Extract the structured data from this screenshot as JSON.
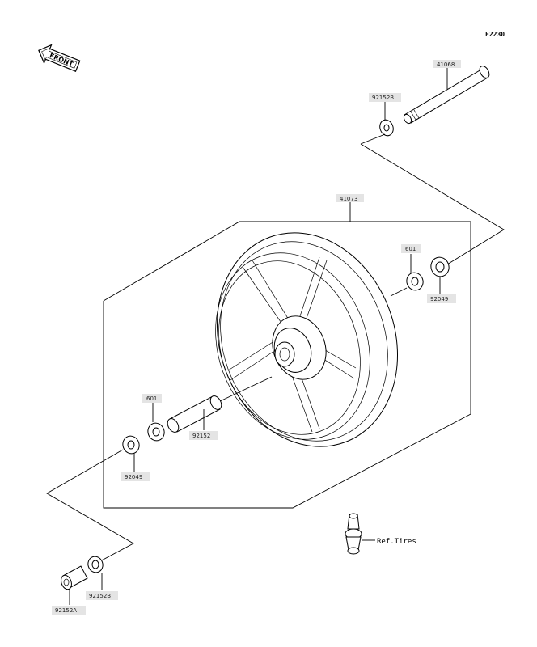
{
  "diagram": {
    "code": "F2230",
    "front_label": "FRONT",
    "ref_label": "Ref.Tires",
    "parts": {
      "axle": "41068",
      "collar_b_top": "92152B",
      "wheel": "41073",
      "bearing_right": "601",
      "seal_right": "92049",
      "bearing_left": "601",
      "spacer": "92152",
      "seal_left": "92049",
      "collar_a": "92152A",
      "collar_b_bottom": "92152B"
    }
  }
}
